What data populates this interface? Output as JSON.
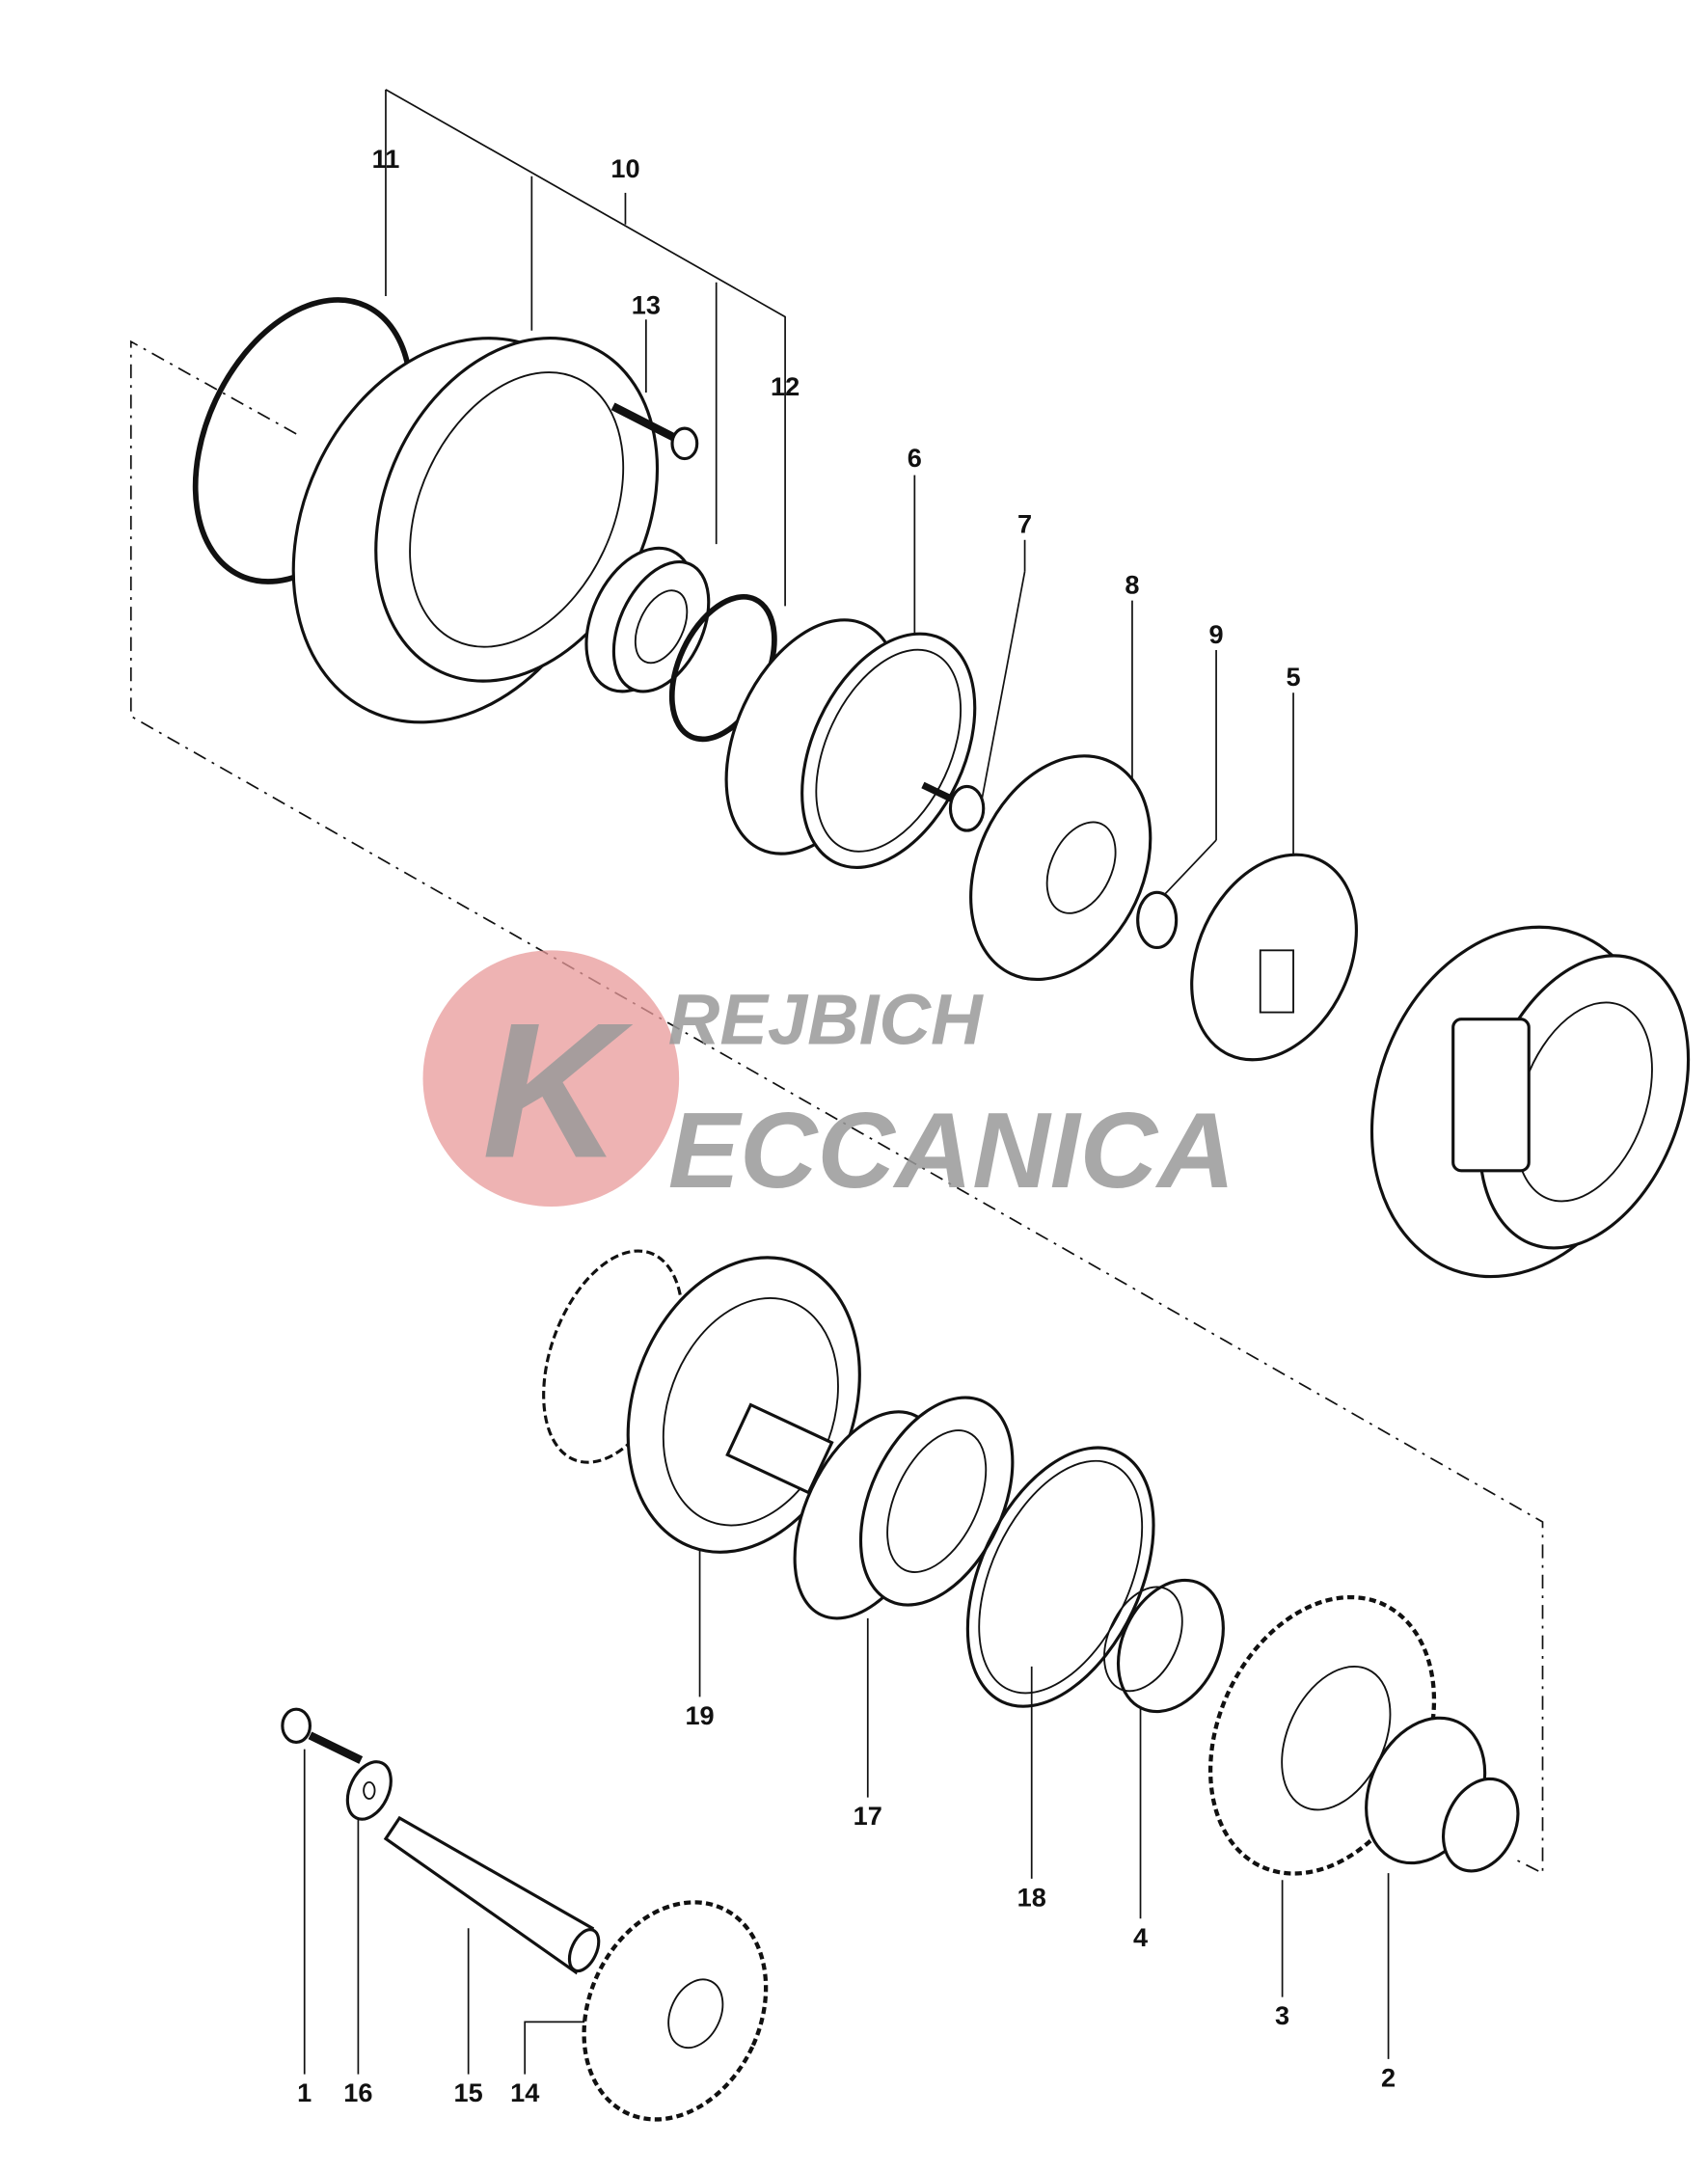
{
  "diagram": {
    "type": "exploded-parts-diagram",
    "part_labels": [
      "1",
      "2",
      "3",
      "4",
      "5",
      "6",
      "7",
      "8",
      "9",
      "10",
      "11",
      "12",
      "13",
      "14",
      "15",
      "16",
      "17",
      "18",
      "19"
    ]
  },
  "watermark": {
    "logo_letter": "K",
    "line1": "REJBICH",
    "line2": "ECCANICA",
    "circle_color": "#e89a9a",
    "text_color": "#9a9a9a"
  }
}
